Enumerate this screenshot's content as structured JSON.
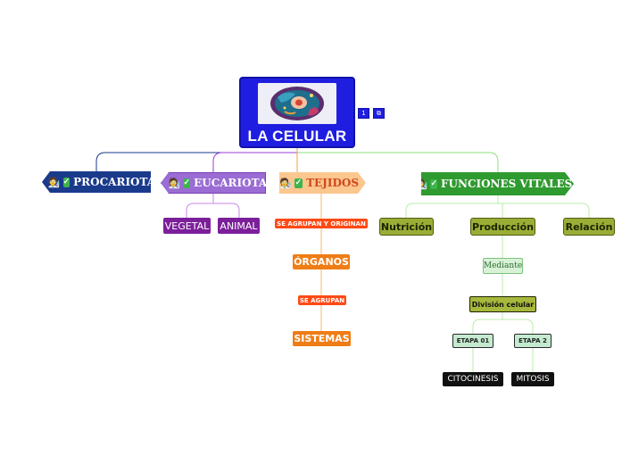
{
  "central": {
    "title": "LA CELULAR",
    "badge_comments": "1",
    "badge_link": "⧉"
  },
  "branches": {
    "procariota": {
      "label": "PROCARIOTA"
    },
    "eucariota": {
      "label": "EUCARIOTA",
      "children": [
        "VEGETAL",
        "ANIMAL"
      ]
    },
    "tejidos": {
      "label": "TEJIDOS",
      "chain": [
        "SE AGRUPAN Y ORIGINAN",
        "ÓRGANOS",
        "SE AGRUPAN",
        "SISTEMAS"
      ]
    },
    "funciones": {
      "label": "FUNCIONES VITALES",
      "children": [
        "Nutrición",
        "Producción",
        "Relación"
      ],
      "produccion_chain": {
        "connector": "Mediante",
        "process": "División celular",
        "stages": [
          "ETAPA 01",
          "ETAPA 2"
        ],
        "results": [
          "CITOCINESIS",
          "MITOSIS"
        ]
      }
    }
  },
  "icons": {
    "person": "person-icon",
    "check": "checkmark-icon"
  },
  "colors": {
    "central": "#1f1ee0",
    "procariota": "#1a3a8c",
    "eucariota": "#9b6cd3",
    "tejidos": "#fbc78f",
    "funciones": "#2f9a2f",
    "link_blue": "#1a3a8c",
    "link_purple": "#9a3cd8",
    "link_orange": "#f3a13a",
    "link_green": "#8ee07a"
  }
}
